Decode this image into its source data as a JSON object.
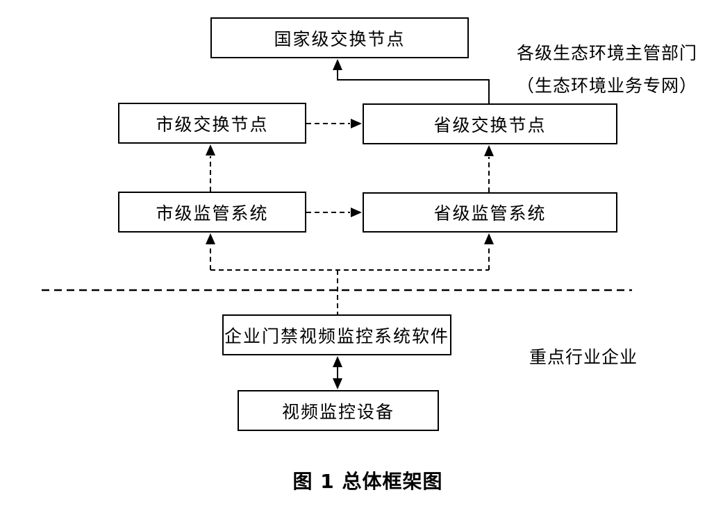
{
  "figure": {
    "caption": "图 1 总体框架图"
  },
  "zones": {
    "government": {
      "line1": "各级生态环境主管部门",
      "line2": "（生态环境业务专网）"
    },
    "enterprise": {
      "label": "重点行业企业"
    }
  },
  "nodes": {
    "national_exchange": {
      "label": "国家级交换节点"
    },
    "city_exchange": {
      "label": "市级交换节点"
    },
    "province_exchange": {
      "label": "省级交换节点"
    },
    "city_supervision": {
      "label": "市级监管系统"
    },
    "province_supervision": {
      "label": "省级监管系统"
    },
    "enterprise_software": {
      "label": "企业门禁视频监控系统软件"
    },
    "video_device": {
      "label": "视频监控设备"
    }
  },
  "colors": {
    "line": "#000000",
    "text": "#000000",
    "background": "#ffffff"
  }
}
